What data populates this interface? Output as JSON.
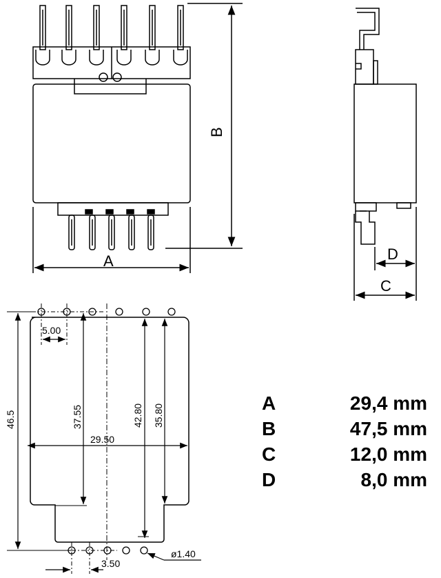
{
  "labels": {
    "A": "A",
    "B": "B",
    "C": "C",
    "D": "D"
  },
  "dimensions": {
    "pitch": "5.00",
    "d37": "37.55",
    "d42": "42.80",
    "d35": "35.80",
    "d29": "29.50",
    "d46": "46.5",
    "d3": "3.50",
    "hole": "ø1.40"
  },
  "spec_table": [
    {
      "key": "A",
      "value": "29,4 mm"
    },
    {
      "key": "B",
      "value": "47,5 mm"
    },
    {
      "key": "C",
      "value": "12,0 mm"
    },
    {
      "key": "D",
      "value": "8,0 mm"
    }
  ]
}
